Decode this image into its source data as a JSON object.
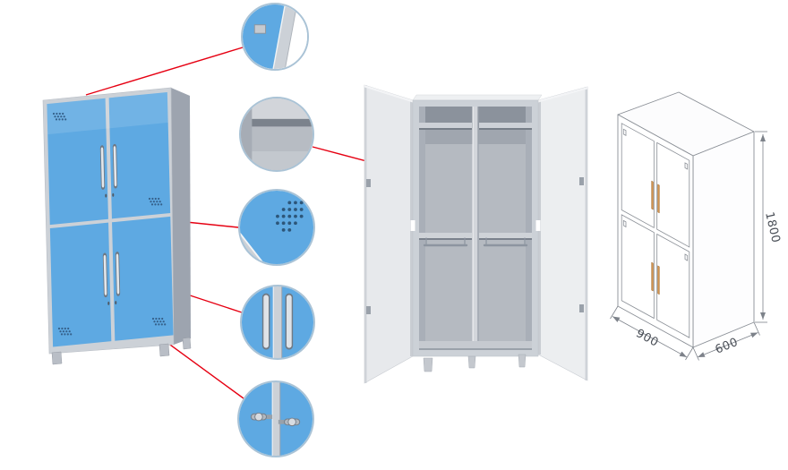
{
  "dimensions": {
    "height": "1800",
    "width": "900",
    "depth": "600"
  },
  "colors": {
    "door_blue": "#5ea9e2",
    "frame_gray": "#ccd1d7",
    "side_gray": "#9da4af",
    "top_gray": "#e3e6ea",
    "open_door_gray": "#e7e9ec",
    "interior_gray": "#b5bac1",
    "interior_shadow": "#8b929c",
    "callout_ring": "#aac3d6",
    "connector_red": "#e60012",
    "wire_stroke": "#8a8f96",
    "handle_orange": "#d2924f",
    "dimension_text": "#4a4f57",
    "background": "#ffffff"
  },
  "callouts": [
    {
      "name": "top-corner-detail"
    },
    {
      "name": "interior-shelf-detail"
    },
    {
      "name": "vent-holes-detail"
    },
    {
      "name": "door-handles-detail"
    },
    {
      "name": "cam-locks-detail"
    }
  ]
}
